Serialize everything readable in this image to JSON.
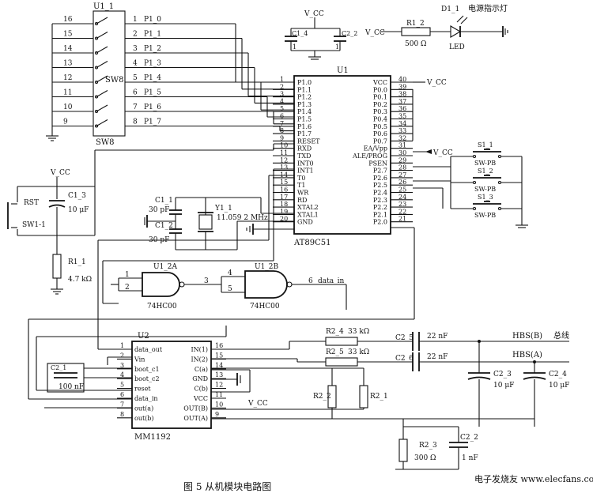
{
  "caption": "图 5 从机模块电路图",
  "watermark": "电子发烧友 www.elecfans.com",
  "power_vcc": "V_CC",
  "mcu": {
    "ref": "U1",
    "part": "AT89C51",
    "left_pins": [
      {
        "num": "1",
        "name": "P1.0"
      },
      {
        "num": "2",
        "name": "P1.1"
      },
      {
        "num": "3",
        "name": "P1.2"
      },
      {
        "num": "4",
        "name": "P1.3"
      },
      {
        "num": "5",
        "name": "P1.4"
      },
      {
        "num": "6",
        "name": "P1.5"
      },
      {
        "num": "7",
        "name": "P1.6"
      },
      {
        "num": "8",
        "name": "P1.7"
      },
      {
        "num": "9",
        "name": "RESET"
      },
      {
        "num": "10",
        "name": "RXD"
      },
      {
        "num": "11",
        "name": "TXD"
      },
      {
        "num": "12",
        "name": "INT0"
      },
      {
        "num": "13",
        "name": "INT1"
      },
      {
        "num": "14",
        "name": "T0"
      },
      {
        "num": "15",
        "name": "T1"
      },
      {
        "num": "16",
        "name": "WR"
      },
      {
        "num": "17",
        "name": "RD"
      },
      {
        "num": "18",
        "name": "XTAL2"
      },
      {
        "num": "19",
        "name": "XTAL1"
      },
      {
        "num": "20",
        "name": "GND"
      }
    ],
    "right_pins": [
      {
        "num": "40",
        "name": "VCC"
      },
      {
        "num": "39",
        "name": "P0.0"
      },
      {
        "num": "38",
        "name": "P0.1"
      },
      {
        "num": "37",
        "name": "P0.2"
      },
      {
        "num": "36",
        "name": "P0.3"
      },
      {
        "num": "35",
        "name": "P0.4"
      },
      {
        "num": "34",
        "name": "P0.5"
      },
      {
        "num": "33",
        "name": "P0.6"
      },
      {
        "num": "32",
        "name": "P0.7"
      },
      {
        "num": "31",
        "name": "EA/Vpp"
      },
      {
        "num": "30",
        "name": "ALE/PROG"
      },
      {
        "num": "29",
        "name": "PSEN"
      },
      {
        "num": "28",
        "name": "P2.7"
      },
      {
        "num": "27",
        "name": "P2.6"
      },
      {
        "num": "26",
        "name": "P2.5"
      },
      {
        "num": "25",
        "name": "P2.4"
      },
      {
        "num": "24",
        "name": "P2.3"
      },
      {
        "num": "23",
        "name": "P2.2"
      },
      {
        "num": "22",
        "name": "P2.1"
      },
      {
        "num": "21",
        "name": "P2.0"
      }
    ]
  },
  "dip_switch": {
    "ref": "U1_1",
    "name": "SW8",
    "bottom_label": "SW8",
    "left_nums": [
      "16",
      "15",
      "14",
      "13",
      "12",
      "11",
      "10",
      "9"
    ],
    "right_nums": [
      "1",
      "2",
      "3",
      "4",
      "5",
      "6",
      "7",
      "8"
    ],
    "nets": [
      "P1_0",
      "P1_1",
      "P1_2",
      "P1_3",
      "P1_4",
      "P1_5",
      "P1_6",
      "P1_7"
    ]
  },
  "cap_c14": {
    "ref": "C1_4",
    "value": "1"
  },
  "cap_c22": {
    "ref": "C2_2",
    "value": "1"
  },
  "r12": {
    "ref": "R1_2",
    "value": "500 Ω"
  },
  "led": {
    "ref": "D1_1",
    "label": "LED",
    "title": "电源指示灯"
  },
  "reset": {
    "rst": "RST",
    "sw": "SW1-1",
    "cap_ref": "C1_3",
    "cap_val": "10 μF",
    "res_ref": "R1_1",
    "res_val": "4.7 kΩ"
  },
  "crystal": {
    "c1_ref": "C1_1",
    "c1_val": "30 pF",
    "c2_ref": "C1_2",
    "c2_val": "30 pF",
    "y_ref": "Y1_1",
    "y_val": "11.059 2 MHz"
  },
  "buttons": [
    {
      "ref": "S1_1",
      "part": "SW-PB"
    },
    {
      "ref": "S1_2",
      "part": "SW-PB"
    },
    {
      "ref": "S1_3",
      "part": "SW-PB"
    }
  ],
  "nand1": {
    "ref": "U1_2A",
    "part": "74HC00",
    "pins": [
      "1",
      "2",
      "3"
    ]
  },
  "nand2": {
    "ref": "U1_2B",
    "part": "74HC00",
    "pins": [
      "4",
      "5",
      "6"
    ]
  },
  "data_in_net": "data_in",
  "modem": {
    "ref": "U2",
    "part": "MM1192",
    "left_pins": [
      {
        "num": "1",
        "name": "data_out"
      },
      {
        "num": "2",
        "name": "Vin"
      },
      {
        "num": "3",
        "name": "boot_c1"
      },
      {
        "num": "4",
        "name": "boot_c2"
      },
      {
        "num": "5",
        "name": "reset"
      },
      {
        "num": "6",
        "name": "data_in"
      },
      {
        "num": "7",
        "name": "out(a)"
      },
      {
        "num": "8",
        "name": "out(b)"
      }
    ],
    "right_pins": [
      {
        "num": "16",
        "name": "IN(1)"
      },
      {
        "num": "15",
        "name": "IN(2)"
      },
      {
        "num": "14",
        "name": "C(a)"
      },
      {
        "num": "13",
        "name": "GND"
      },
      {
        "num": "12",
        "name": "C(b)"
      },
      {
        "num": "11",
        "name": "VCC"
      },
      {
        "num": "10",
        "name": "OUT(B)"
      },
      {
        "num": "9",
        "name": "OUT(A)"
      }
    ]
  },
  "c21": {
    "ref": "C2_1",
    "value": "100 nF"
  },
  "r24": {
    "ref": "R2_4",
    "value": "33 kΩ"
  },
  "r25": {
    "ref": "R2_5",
    "value": "33 kΩ"
  },
  "c25": {
    "ref": "C2_5",
    "value": "22 nF"
  },
  "c26": {
    "ref": "C2_6",
    "value": "22 nF"
  },
  "r22": {
    "ref": "R2_2"
  },
  "r21": {
    "ref": "R2_1"
  },
  "r23": {
    "ref": "R2_3",
    "value": "300 Ω"
  },
  "c22b": {
    "ref": "C2_2",
    "value": "1 nF"
  },
  "c23": {
    "ref": "C2_3",
    "value": "10 μF"
  },
  "c24": {
    "ref": "C2_4",
    "value": "10 μF"
  },
  "hbs_b": "HBS(B)",
  "hbs_a": "HBS(A)",
  "bus_label": "总线"
}
